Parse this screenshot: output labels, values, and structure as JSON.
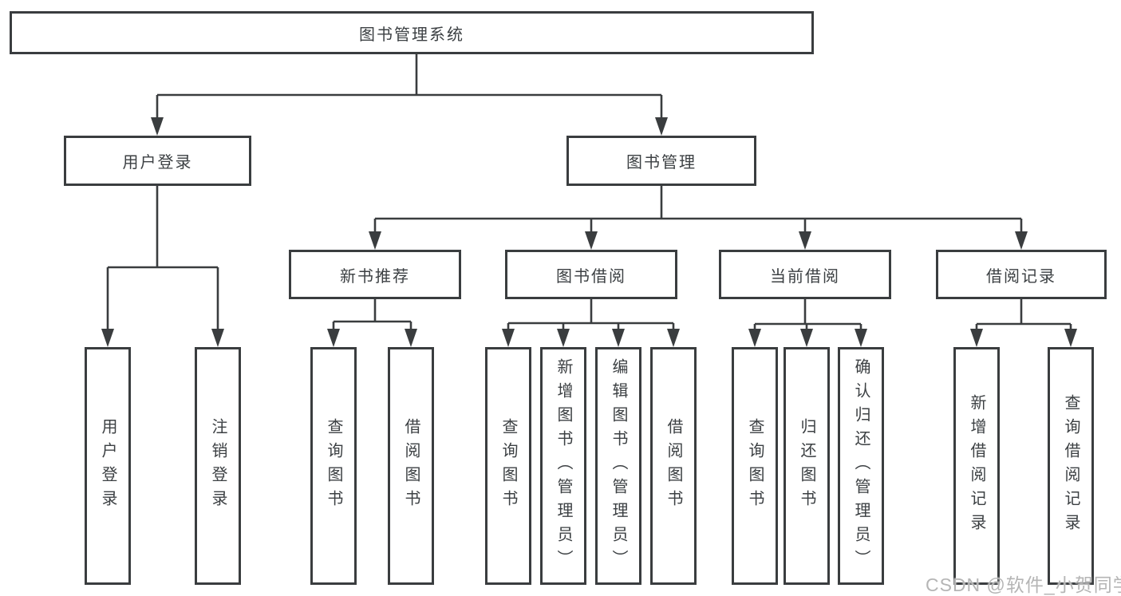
{
  "diagram_title": "图书管理系统",
  "colors": {
    "line": "#3a3d3f",
    "box_border": "#3a3d3f",
    "text": "#3c4043",
    "watermark": "#b5b5b5",
    "background": "#ffffff"
  },
  "watermark": {
    "text": "CSDN @软件_小贺同学"
  },
  "tree": {
    "label": "图书管理系统",
    "children": [
      {
        "label": "用户登录",
        "children": [
          {
            "label": "用户登录"
          },
          {
            "label": "注销登录"
          }
        ]
      },
      {
        "label": "图书管理",
        "children": [
          {
            "label": "新书推荐",
            "children": [
              {
                "label": "查询图书"
              },
              {
                "label": "借阅图书"
              }
            ]
          },
          {
            "label": "图书借阅",
            "children": [
              {
                "label": "查询图书"
              },
              {
                "label": "新增图书（管理员）"
              },
              {
                "label": "编辑图书（管理员）"
              },
              {
                "label": "借阅图书"
              }
            ]
          },
          {
            "label": "当前借阅",
            "children": [
              {
                "label": "查询图书"
              },
              {
                "label": "归还图书"
              },
              {
                "label": "确认归还（管理员）"
              }
            ]
          },
          {
            "label": "借阅记录",
            "children": [
              {
                "label": "新增借阅记录"
              },
              {
                "label": "查询借阅记录"
              }
            ]
          }
        ]
      }
    ]
  }
}
